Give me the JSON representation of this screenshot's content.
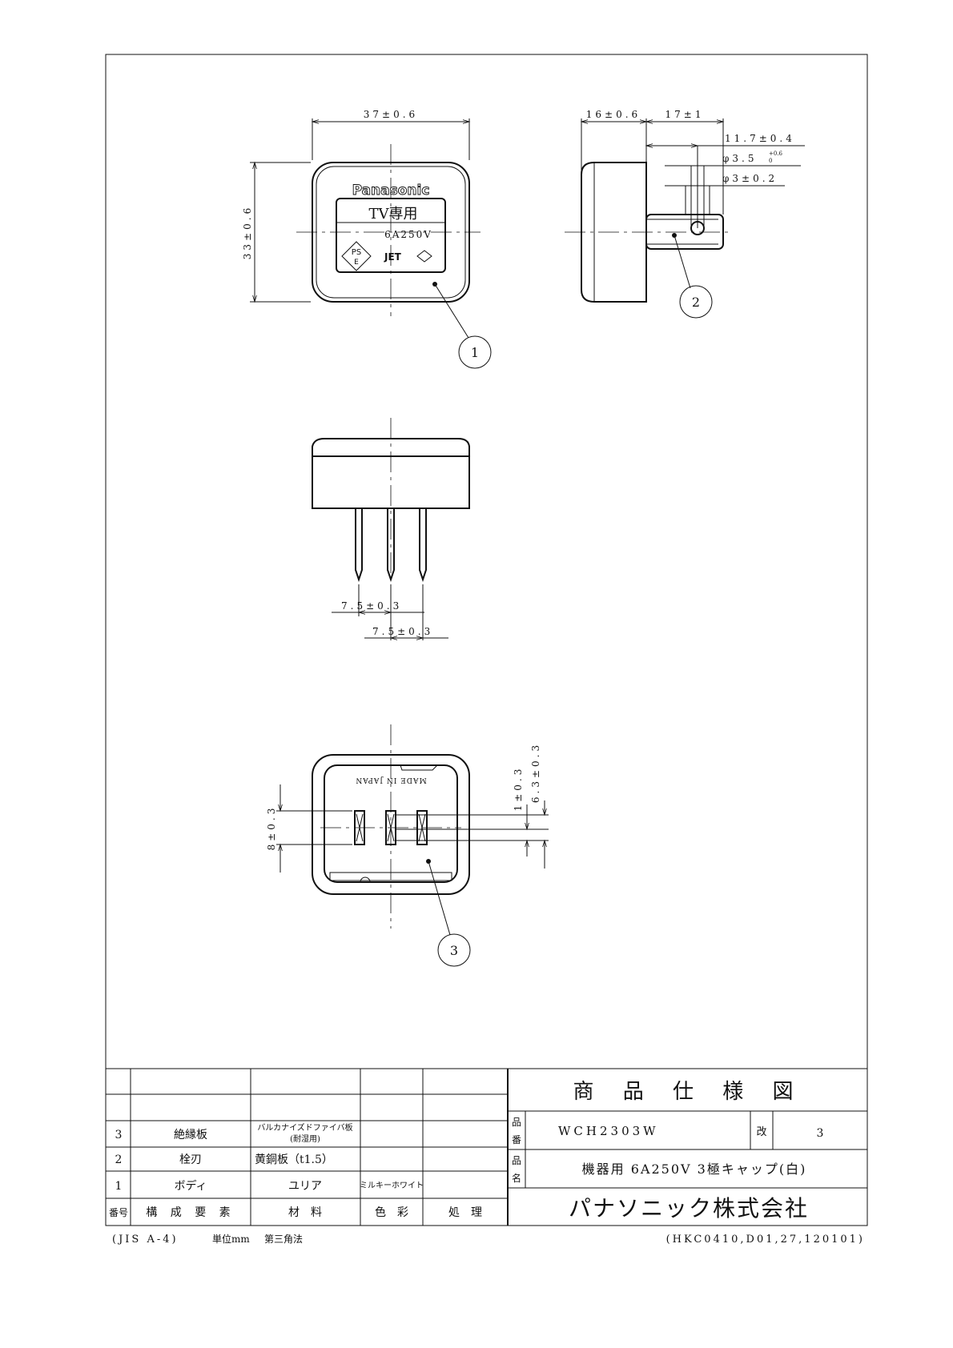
{
  "front_view": {
    "dim_width": "37±0.6",
    "dim_height": "33±0.6",
    "brand": "Panasonic",
    "label_title": "TV専用",
    "label_rating": "6A250V",
    "mark_pse_top": "PS",
    "mark_pse_bottom": "E",
    "mark_jet": "JET",
    "callout": "1"
  },
  "side_view": {
    "dim_body": "16±0.6",
    "dim_pin": "17±1",
    "dim_hole_pos": "11.7±0.4",
    "dim_hole_dia": "φ3.5",
    "dim_hole_tol_upper": "+0.6",
    "dim_hole_tol_lower": "0",
    "dim_pin_dia": "φ3±0.2",
    "callout": "2"
  },
  "top_view": {
    "dim_pitch_1": "7.5±0.3",
    "dim_pitch_2": "7.5±0.3"
  },
  "bottom_view": {
    "marking": "MADE IN JAPAN",
    "dim_left": "8±0.3",
    "dim_right_1": "1±0.3",
    "dim_right_2": "6.3±0.3",
    "callout": "3"
  },
  "parts_table": {
    "headers": [
      "番号",
      "構 成 要 素",
      "材　料",
      "色　彩",
      "処　理"
    ],
    "rows": [
      {
        "no": "3",
        "part": "絶縁板",
        "material": "バルカナイズドファイバ板",
        "material_note": "(耐湿用)",
        "color": "",
        "treatment": ""
      },
      {
        "no": "2",
        "part": "栓刃",
        "material": "黄銅板（t1.5）",
        "color": "",
        "treatment": ""
      },
      {
        "no": "1",
        "part": "ボディ",
        "material": "ユリア",
        "color": "ミルキーホワイト",
        "treatment": ""
      }
    ]
  },
  "title_block": {
    "title": "商 品 仕 様 図",
    "part_no_label_1": "品",
    "part_no_label_2": "番",
    "part_no": "WCH2303W",
    "rev_label": "改",
    "rev": "3",
    "name_label_1": "品",
    "name_label_2": "名",
    "product_name": "機器用 6A250V 3極キャップ(白)",
    "company": "パナソニック株式会社"
  },
  "footer": {
    "paper": "(JIS A-4)",
    "unit": "単位mm",
    "projection": "第三角法",
    "doc_code": "(HKC0410,D01,27,120101)"
  }
}
